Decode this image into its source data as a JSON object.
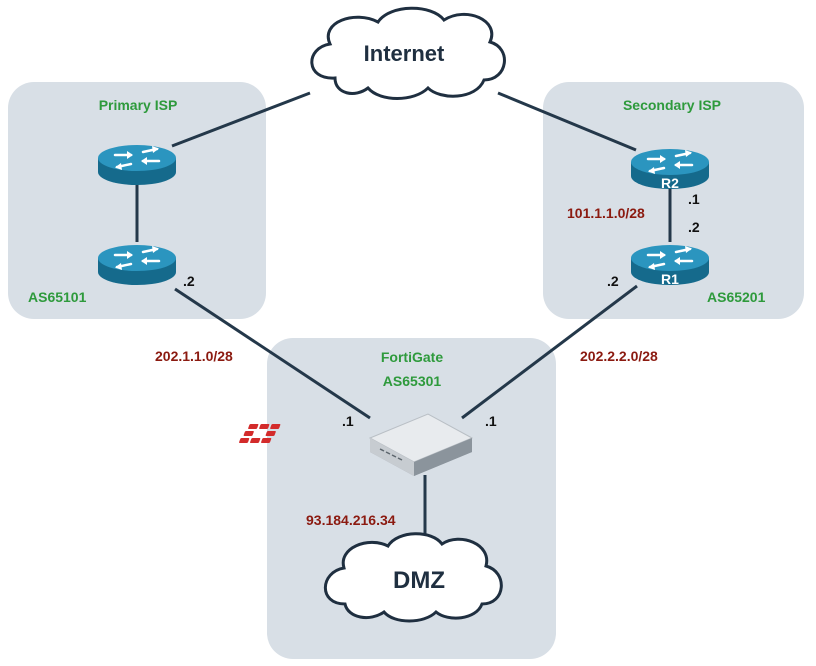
{
  "clouds": {
    "internet": "Internet",
    "dmz": "DMZ"
  },
  "zones": {
    "primary_isp": "Primary ISP",
    "secondary_isp": "Secondary ISP",
    "fortigate": "FortiGate",
    "fortigate_as": "AS65301"
  },
  "as_labels": {
    "primary": "AS65101",
    "secondary": "AS65201"
  },
  "routers": {
    "r1": "R1",
    "r2": "R2"
  },
  "subnets": {
    "primary_link": "202.1.1.0/28",
    "secondary_link": "202.2.2.0/28",
    "r1_r2_link": "101.1.1.0/28",
    "dmz_ip": "93.184.216.34"
  },
  "interfaces": {
    "primary_router_side": ".2",
    "fortigate_primary_side": ".1",
    "fortigate_secondary_side": ".1",
    "r1_outside": ".2",
    "r2_inside": ".1",
    "r1_inside": ".2"
  },
  "colors": {
    "zone_fill": "#d8dfe6",
    "router_fill": "#1c7fa6",
    "link": "#24384a",
    "green_label": "#2e9a3c",
    "red_label": "#8b1a10",
    "fortinet_red": "#d32b2b"
  }
}
